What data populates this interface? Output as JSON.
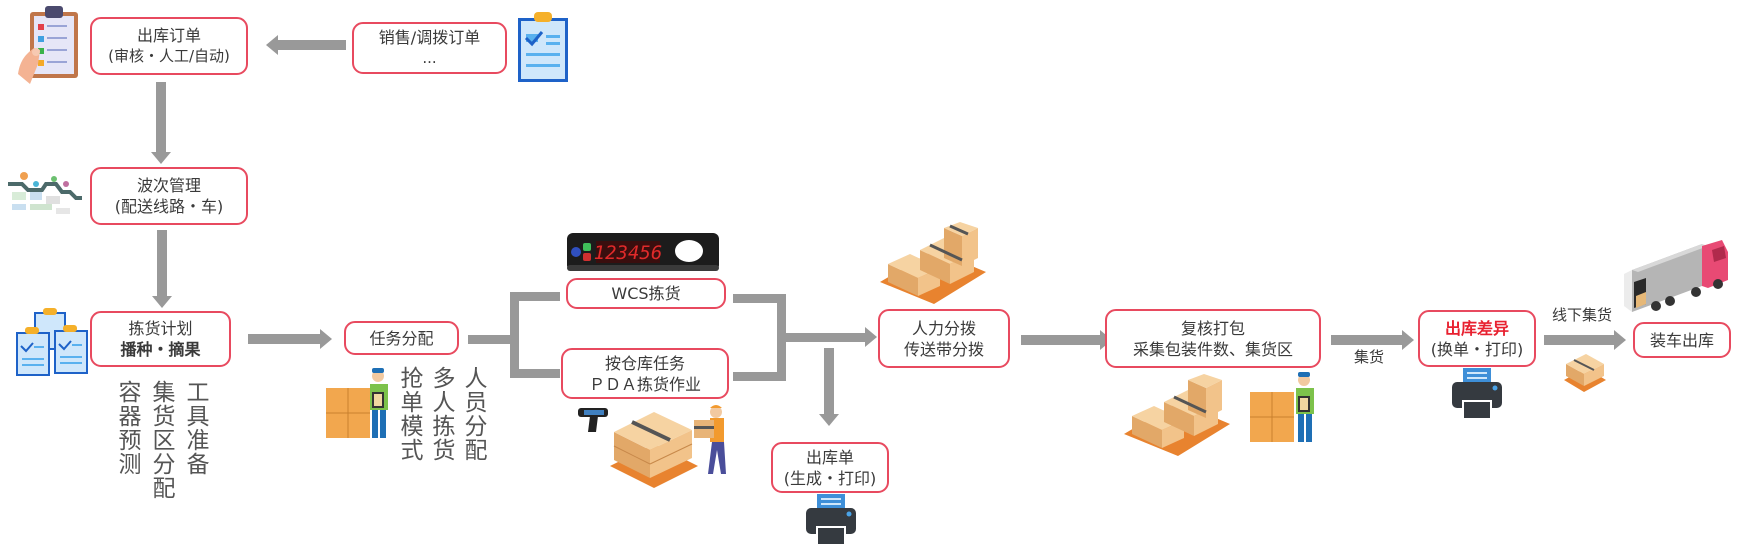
{
  "nodes": {
    "outbound_order": {
      "title": "出库订单",
      "sub": "(审核・人工/自动)"
    },
    "sales_order": {
      "title": "销售/调拨订单",
      "sub": "..."
    },
    "wave_management": {
      "title": "波次管理",
      "sub": "(配送线路・车)"
    },
    "picking_plan": {
      "title": "拣货计划",
      "sub": "播种・摘果"
    },
    "task_assignment": {
      "title": "任务分配"
    },
    "wcs_picking": {
      "title": "WCS拣货"
    },
    "pda_picking": {
      "title": "按仓库任务",
      "sub": "ＰＤＡ拣货作业"
    },
    "outbound_slip": {
      "title": "出库单",
      "sub": "(生成・打印)"
    },
    "sorting": {
      "title": "人力分拨",
      "sub": "传送带分拨"
    },
    "recheck_pack": {
      "title": "复核打包",
      "sub": "采集包装件数、集货区"
    },
    "outbound_diff": {
      "title": "出库差异",
      "sub": "(换单・打印)"
    },
    "load_ship": {
      "title": "装车出库"
    }
  },
  "picking_plan_notes": [
    "容器预测",
    "集货区分配",
    "工具准备"
  ],
  "task_assignment_notes": [
    "抢单模式",
    "多人拣货",
    "人员分配"
  ],
  "edge_labels": {
    "consolidate": "集货",
    "offline_consolidate": "线下集货"
  },
  "display_digits": "123456",
  "colors": {
    "node_border": "#e84a5f",
    "arrow": "#999999",
    "highlight": "#e8202f"
  }
}
